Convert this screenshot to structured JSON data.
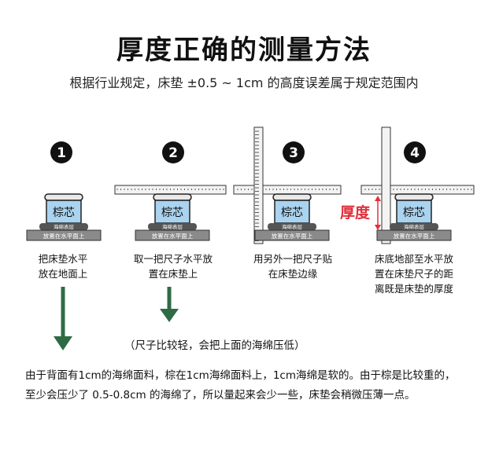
{
  "title": "厚度正确的测量方法",
  "subtitle": "根据行业规定，床垫 ±0.5 ~ 1cm 的高度误差属于规定范围内",
  "steps": [
    {
      "number": "1",
      "caption_line1": "把床垫水平",
      "caption_line2": "放在地面上",
      "caption_line3": ""
    },
    {
      "number": "2",
      "caption_line1": "取一把尺子水平放",
      "caption_line2": "置在床垫上",
      "caption_line3": ""
    },
    {
      "number": "3",
      "caption_line1": "用另外一把尺子贴",
      "caption_line2": "在床垫边缘",
      "caption_line3": ""
    },
    {
      "number": "4",
      "caption_line1": "床底地部至水平放",
      "caption_line2": "置在床垫尺子的距",
      "caption_line3": "离既是床垫的厚度"
    }
  ],
  "mattress": {
    "core_label": "棕芯",
    "sponge_label": "海绵表层",
    "floor_label": "放置在水平面上"
  },
  "thickness_label": "厚度",
  "note": "（尺子比较轻，会把上面的海绵压低）",
  "footer_line1": "由于背面有1cm的海绵面料，棕在1cm海绵面料上，1cm海绵是软的。由于棕是比较重的，",
  "footer_line2": "至少会压少了 0.5-0.8cm 的海绵了，所以量起来会少一些，床垫会稍微压薄一点。",
  "colors": {
    "core_fill": "#a9d3ef",
    "arrow_green": "#2e6b45",
    "thickness_red": "#e0303a",
    "base_gray": "#8a8a8a",
    "ruler_fill": "#f3f3f3"
  }
}
